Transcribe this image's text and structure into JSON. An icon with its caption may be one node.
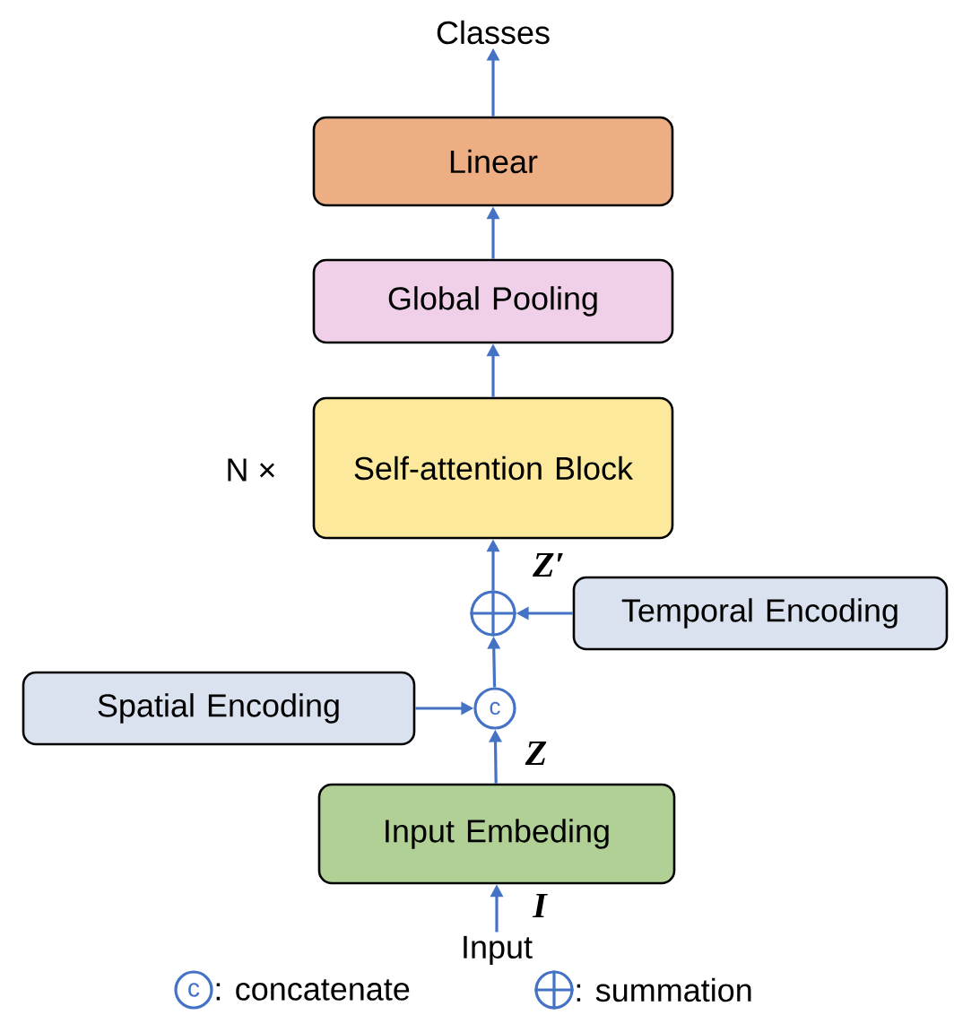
{
  "diagram": {
    "nodes": [
      {
        "text": [
          "Classes"
        ]
      },
      {
        "text": [
          "Linear"
        ]
      },
      {
        "text": [
          "Global Pooling"
        ]
      },
      {
        "text": [
          "Self-attention Block"
        ],
        "beside": [
          "N ×"
        ]
      },
      {
        "text": [],
        "shape": "circle"
      },
      {
        "text": [
          "Temporal Encoding"
        ]
      },
      {
        "text": [
          "Spatial Encoding"
        ]
      },
      {
        "text": [
          "c"
        ]
      },
      {
        "text": [
          "Input Embeding"
        ]
      },
      {
        "text": [
          "Input"
        ]
      }
    ],
    "edges": [
      {
        "from": 9,
        "to": 8,
        "arrow": "to",
        "label": "I"
      },
      {
        "from": 8,
        "to": 7,
        "arrow": "to",
        "label": "Z"
      },
      {
        "from": 6,
        "to": 7,
        "arrow": "to"
      },
      {
        "from": 7,
        "to": 4,
        "arrow": "to"
      },
      {
        "from": 5,
        "to": 4,
        "arrow": "to"
      },
      {
        "from": 4,
        "to": 3,
        "arrow": "to",
        "label": "Z′"
      },
      {
        "from": 3,
        "to": 2,
        "arrow": "to"
      },
      {
        "from": 2,
        "to": 1,
        "arrow": "to"
      },
      {
        "from": 1,
        "to": 0,
        "arrow": "to"
      }
    ],
    "labels": [
      "c"
    ],
    "legend": [
      {
        "text": ": concatenate"
      },
      {
        "text": ": summation"
      }
    ]
  }
}
